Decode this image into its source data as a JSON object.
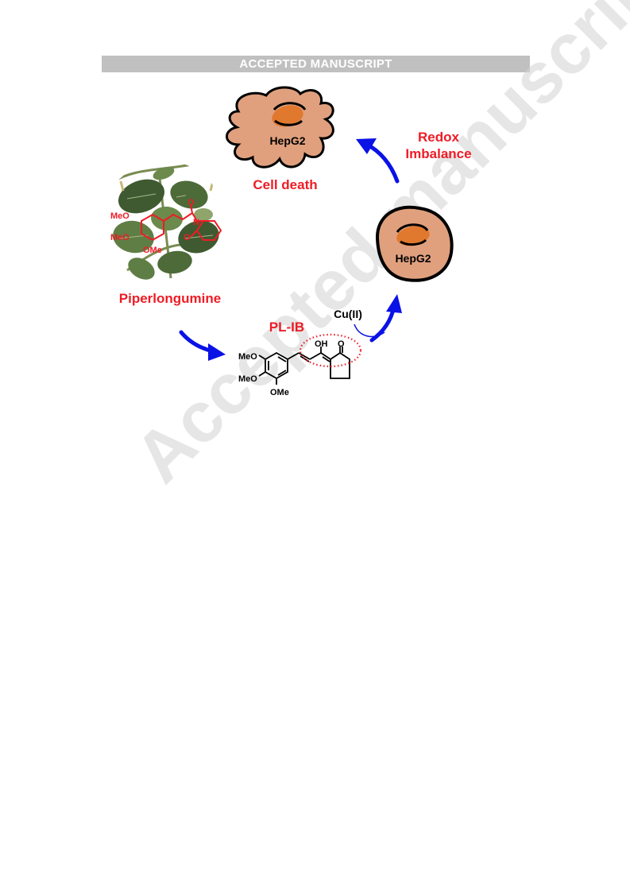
{
  "banner": "ACCEPTED MANUSCRIPT",
  "labels": {
    "cell_death": "Cell death",
    "redox_line1": "Redox",
    "redox_line2": "Imbalance",
    "piperlongumine": "Piperlongumine",
    "pl_ib": "PL-IB",
    "cu": "Cu(II)",
    "hepg2_top": "HepG2",
    "hepg2_right": "HepG2"
  },
  "chem": {
    "meo_a": "MeO",
    "meo_b": "MeO",
    "ome": "OMe",
    "oh": "OH",
    "o": "O",
    "plant_meo_a": "MeO",
    "plant_meo_b": "MeO",
    "plant_ome": "OMe",
    "plant_n": "N",
    "plant_o_top": "O",
    "plant_o_bottom": "O"
  },
  "watermark": "Accepted manuscript",
  "colors": {
    "red": "#ee1c25",
    "blue": "#0a12e6",
    "cell_fill": "#e0a07e",
    "nucleus_fill": "#e0782e",
    "leaf_dark": "#3f5a30",
    "leaf_mid": "#5f7e45"
  }
}
